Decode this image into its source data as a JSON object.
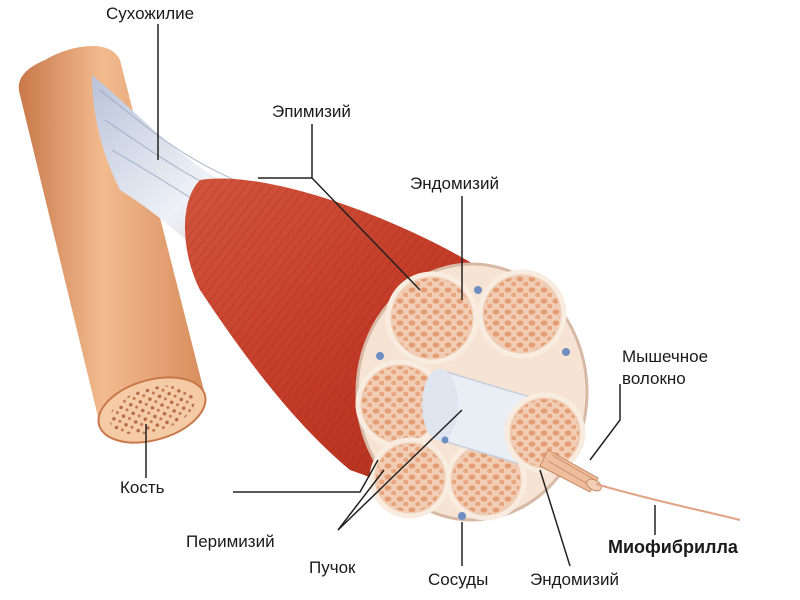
{
  "labels": {
    "tendon": "Сухожилие",
    "epimysium": "Эпимизий",
    "endomysium_top": "Эндомизий",
    "muscle_fiber": "Мышечное\nволокно",
    "bone": "Кость",
    "perimysium": "Перимизий",
    "bundle": "Пучок",
    "vessels": "Сосуды",
    "endomysium_bottom": "Эндомизий",
    "myofibril": "Миофибрилла"
  },
  "colors": {
    "bone": "#e8a77a",
    "bone_dark": "#c9784a",
    "muscle": "#c23a26",
    "muscle_dark": "#8e2415",
    "tendon": "#d8dde8",
    "connective": "#f6e3d3",
    "fiber_cell": "#eeae86",
    "leader": "#222222"
  }
}
